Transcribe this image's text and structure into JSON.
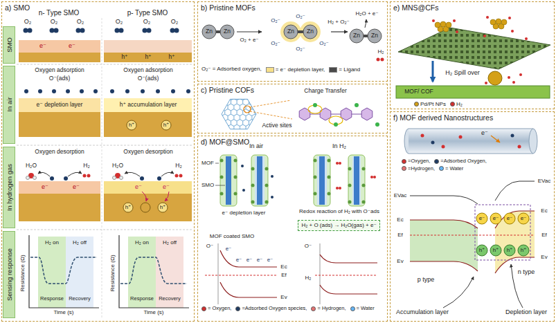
{
  "diagram": {
    "nodes": [
      {
        "text": [
          "a) SMO"
        ]
      },
      {
        "text": [
          "SMO"
        ],
        "in": 0
      },
      {
        "text": [
          "In air"
        ],
        "in": 0
      },
      {
        "text": [
          "In hydrogen gas"
        ],
        "in": 0
      },
      {
        "text": [
          "Sensing response"
        ],
        "in": 0
      },
      {
        "text": [
          "b) Pristine MOFs"
        ]
      },
      {
        "text": [
          "c) Pristine COFs"
        ]
      },
      {
        "text": [
          "d) MOF@SMO"
        ]
      },
      {
        "text": [
          "H₂ + O (ads) → H₂O(gas) + e⁻"
        ],
        "in": 7
      },
      {
        "text": [
          "e) MNS@CFs"
        ]
      },
      {
        "text": [
          "f) MOF derived Nanostructures"
        ]
      }
    ],
    "labels": [
      "n- Type SMO",
      "p- Type SMO",
      "O₂",
      "O₂",
      "O₂",
      "O₂",
      "O₂",
      "O₂",
      "e⁻",
      "e⁻",
      "h⁺",
      "h⁺",
      "h⁺",
      "Oxygen adsorption",
      "Oxygen adsorption",
      "O⁻(ads)",
      "O⁻(ads)",
      "e⁻ depletion layer",
      "h⁺ accumulation layer",
      "h⁺",
      "h⁺",
      "Oxygen desorption",
      "Oxygen desorption",
      "H₂O",
      "H₂",
      "H₂O",
      "H₂",
      "e⁻",
      "e⁻",
      "e⁻",
      "e⁻",
      "h⁺",
      "h⁺",
      "H₂ on",
      "H₂ off",
      "Response",
      "Recovery",
      "Resistance (Ω)",
      "Time (s)",
      "H₂ on",
      "H₂ off",
      "Response",
      "Recovery",
      "Resistance (Ω)",
      "Time (s)",
      "Zn",
      "Zn",
      "Zn",
      "Zn",
      "Zn",
      "Zn",
      "O₂ + e⁻",
      "H₂ + O₂⁻",
      "O₂⁻",
      "O₂⁻",
      "O₂⁻",
      "O₂⁻",
      "O₂⁻",
      "H₂O + e⁻",
      "H₂",
      "O₂⁻ = Adsorbed oxygen,",
      "Charge Transfer",
      "Active sites",
      "In air",
      "In H₂",
      "MOF",
      "SMO",
      "e⁻ depletion layer",
      "Redox reaction of H₂ with O⁻ads",
      "MOF coated SMO",
      "O⁻",
      "e⁻",
      "e⁻",
      "e⁻",
      "e⁻",
      "e⁻",
      "Ec",
      "Ef",
      "Ev",
      "O⁻",
      "H₂",
      "H₂ Spill over",
      "MOF/ COF",
      "e⁻",
      "EVac",
      "Ec",
      "Ef",
      "Ev",
      "EVac",
      "Ec",
      "Ef",
      "Ev",
      "e⁻",
      "e⁻",
      "e⁻",
      "e⁻",
      "h⁺",
      "h⁺",
      "h⁺",
      "h⁺",
      "p type",
      "n type",
      "Accumulation layer",
      "Depletion layer"
    ],
    "legend": [
      {
        "text": "= e⁻ depletion layer,",
        "color": "#f7e08a"
      },
      {
        "text": "= Ligand",
        "color": "#4a4a4a"
      },
      {
        "text": "= Oxygen,"
      },
      {
        "text": "=Adsorbed Oxygen species,"
      },
      {
        "text": "= Hydrogen,"
      },
      {
        "text": "= Water"
      },
      {
        "text": "Pd/Pt NPs"
      },
      {
        "text": "H₂"
      },
      {
        "text": "=Oxygen,"
      },
      {
        "text": "=Adsorbed Oxygen,"
      },
      {
        "text": "=Hydrogen,"
      },
      {
        "text": "= Water"
      }
    ]
  }
}
